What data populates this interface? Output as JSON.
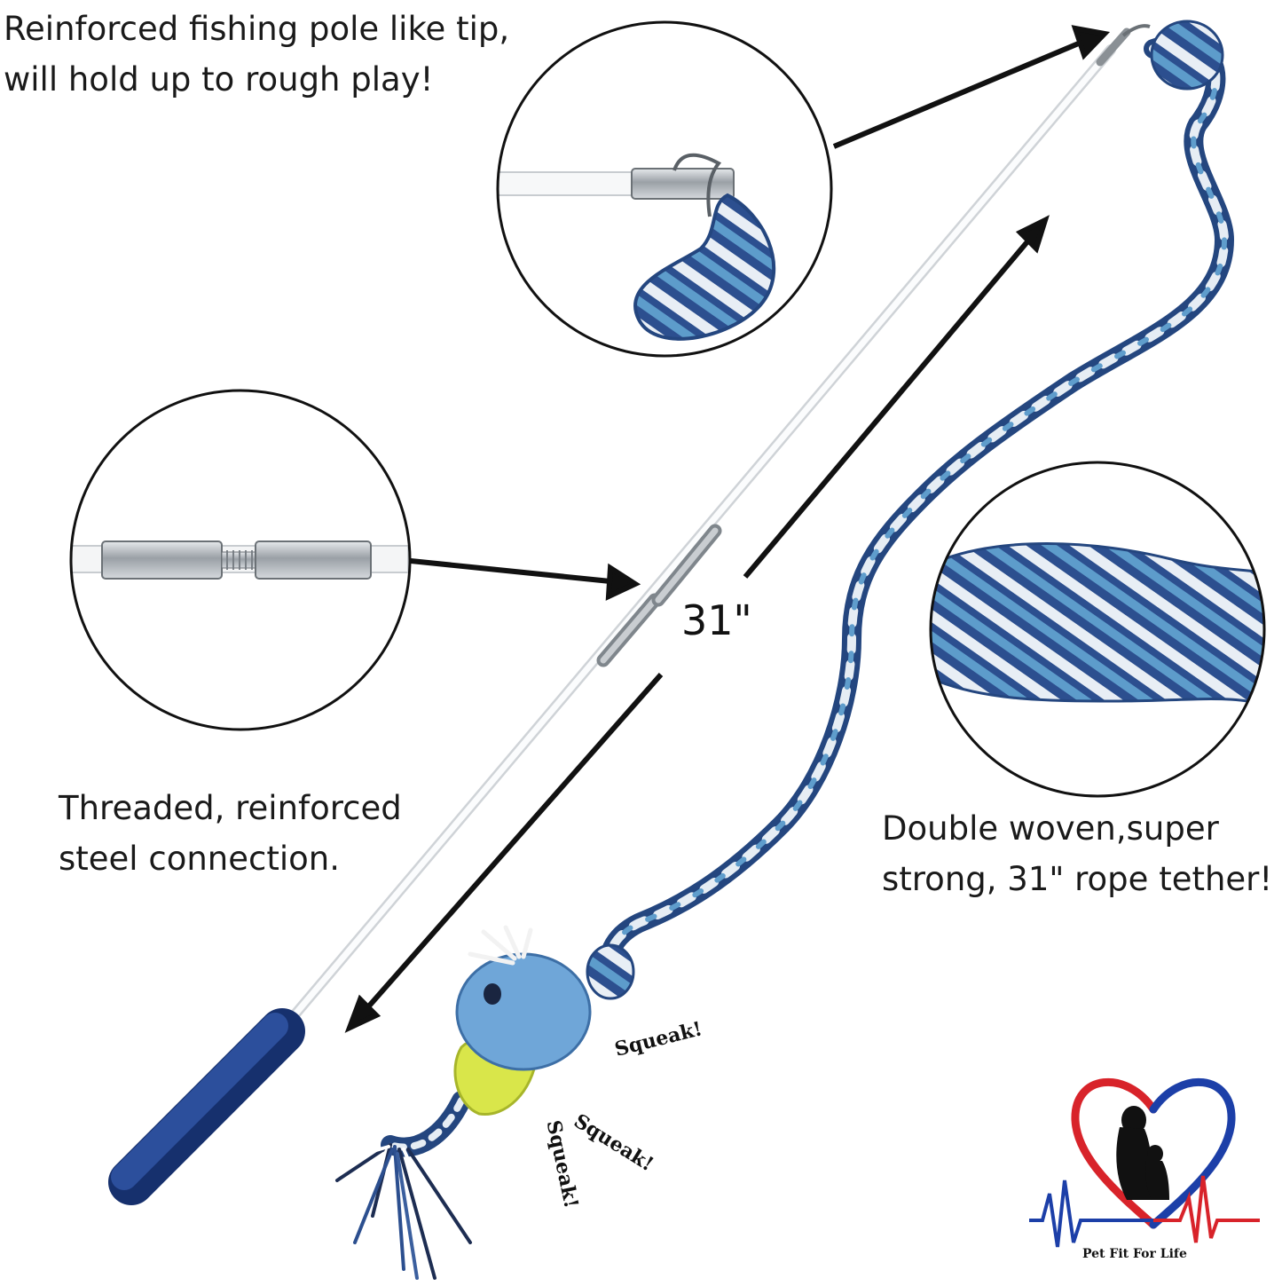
{
  "captions": {
    "tip": [
      "Reinforced fishing pole like tip,",
      "will hold up to rough play!"
    ],
    "connection": [
      "Threaded, reinforced",
      "steel connection."
    ],
    "rope": [
      "Double woven,super",
      "strong, 31\" rope tether!"
    ]
  },
  "length_label": "31\"",
  "squeaks": [
    "Squeak!",
    "Squeak!",
    "Squeak!"
  ],
  "brand": {
    "name": "Pet Fit For Life",
    "colors": {
      "heart_left": "#d8232a",
      "heart_right": "#1c3fa8"
    }
  },
  "colors": {
    "rope_dark": "#2c4f8f",
    "rope_mid": "#4f8cc0",
    "rope_light": "#dfe8f2",
    "handle": "#1f3f86",
    "pole": "#f4f6f8",
    "metal": "#a8adb2"
  }
}
